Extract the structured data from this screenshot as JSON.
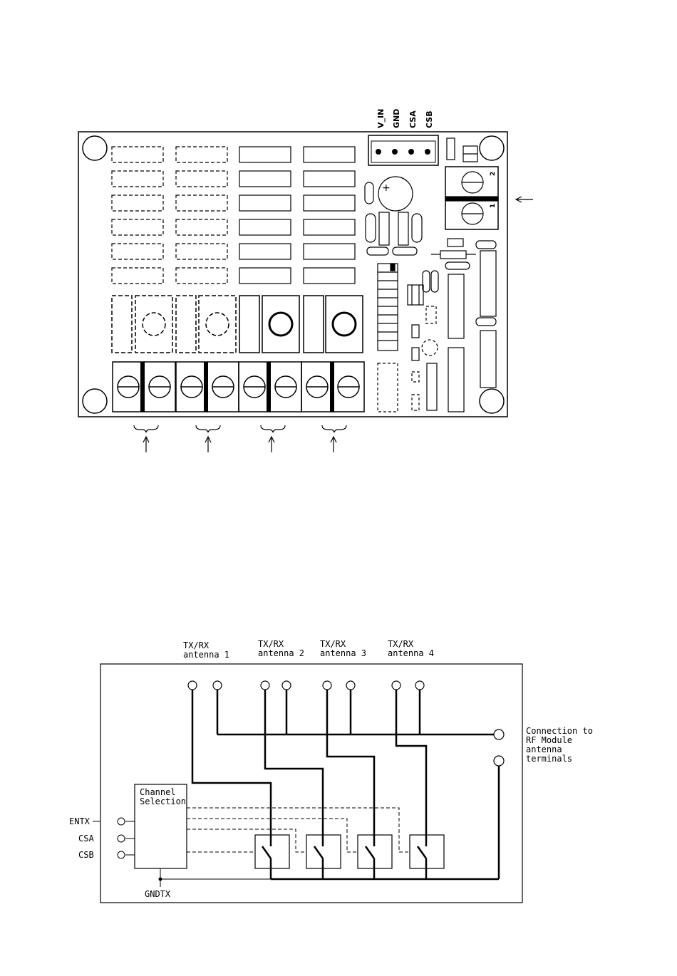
{
  "pcb": {
    "connector_pins": [
      "V_IN",
      "GND",
      "CSA",
      "CSB"
    ],
    "pot_labels": [
      "2",
      "1"
    ]
  },
  "schematic": {
    "antennas": [
      {
        "line1": "TX/RX",
        "line2": "antenna 1"
      },
      {
        "line1": "TX/RX",
        "line2": "antenna 2"
      },
      {
        "line1": "TX/RX",
        "line2": "antenna 3"
      },
      {
        "line1": "TX/RX",
        "line2": "antenna 4"
      }
    ],
    "rf_connection": [
      "Connection to",
      "RF Module",
      "antenna",
      "terminals"
    ],
    "channel_block": [
      "Channel",
      "Selection"
    ],
    "inputs": [
      "ENTX",
      "CSA",
      "CSB"
    ],
    "ground_label": "GNDTX"
  }
}
